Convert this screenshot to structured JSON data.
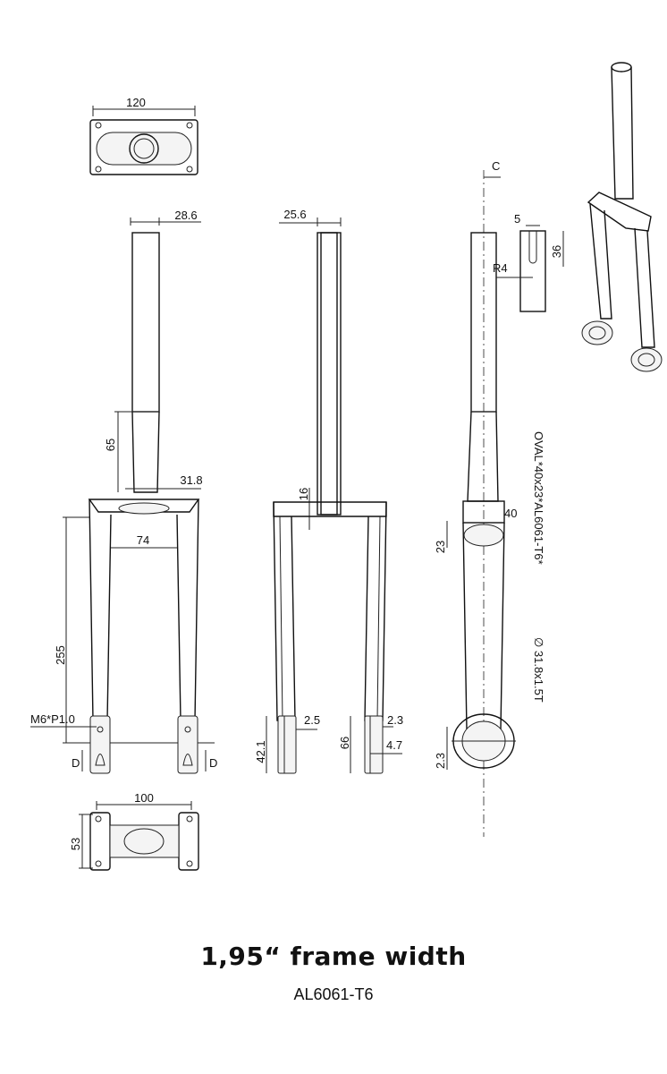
{
  "title": "1,95“ frame width",
  "subtitle": "AL6061-T6",
  "dimensions": {
    "top_width": "120",
    "steerer_diameter": "28.6",
    "taper_length": "65",
    "crown_race": "31.8",
    "steerer_inner": "25.6",
    "crown_thickness": "16",
    "leg_spacing": "74",
    "leg_length": "255",
    "dropout_thread": "M6*P1.0",
    "dropout_d": "D",
    "dropout_slot": "2.5",
    "dropout_height": "42.1",
    "dropout_total": "66",
    "dropout_wall": "2.3",
    "dropout_gap": "4.7",
    "oval_width": "40",
    "oval_height": "23",
    "oval_spec": "OVAL*40x23*AL6061-T6*",
    "tube_spec": "∅ 31.8x1.5T",
    "clamp_wall": "2.3",
    "slot_width": "5",
    "slot_depth": "36",
    "slot_radius": "R4",
    "center_mark": "C",
    "bottom_width": "100",
    "bottom_depth": "53"
  }
}
